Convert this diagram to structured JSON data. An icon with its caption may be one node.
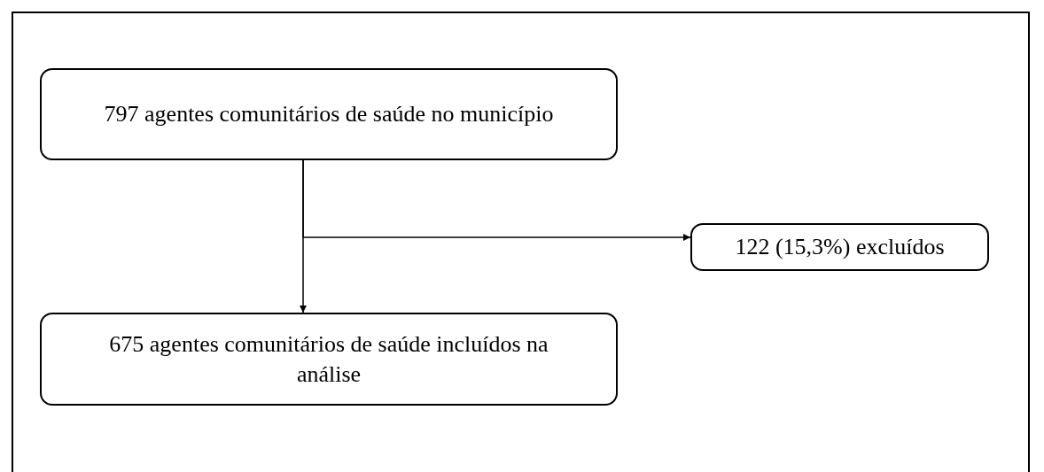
{
  "diagram": {
    "nodes": [
      {
        "text": [
          "797 agentes comunitários de saúde no município"
        ]
      },
      {
        "text": [
          "122 (15,3%) excluídos"
        ]
      },
      {
        "text": [
          "675 agentes comunitários de saúde incluídos na análise"
        ]
      }
    ],
    "edges": [
      {
        "from": 0,
        "to": 2,
        "arrow": "to"
      },
      {
        "from": 0,
        "to": 1,
        "arrow": "to"
      }
    ]
  }
}
